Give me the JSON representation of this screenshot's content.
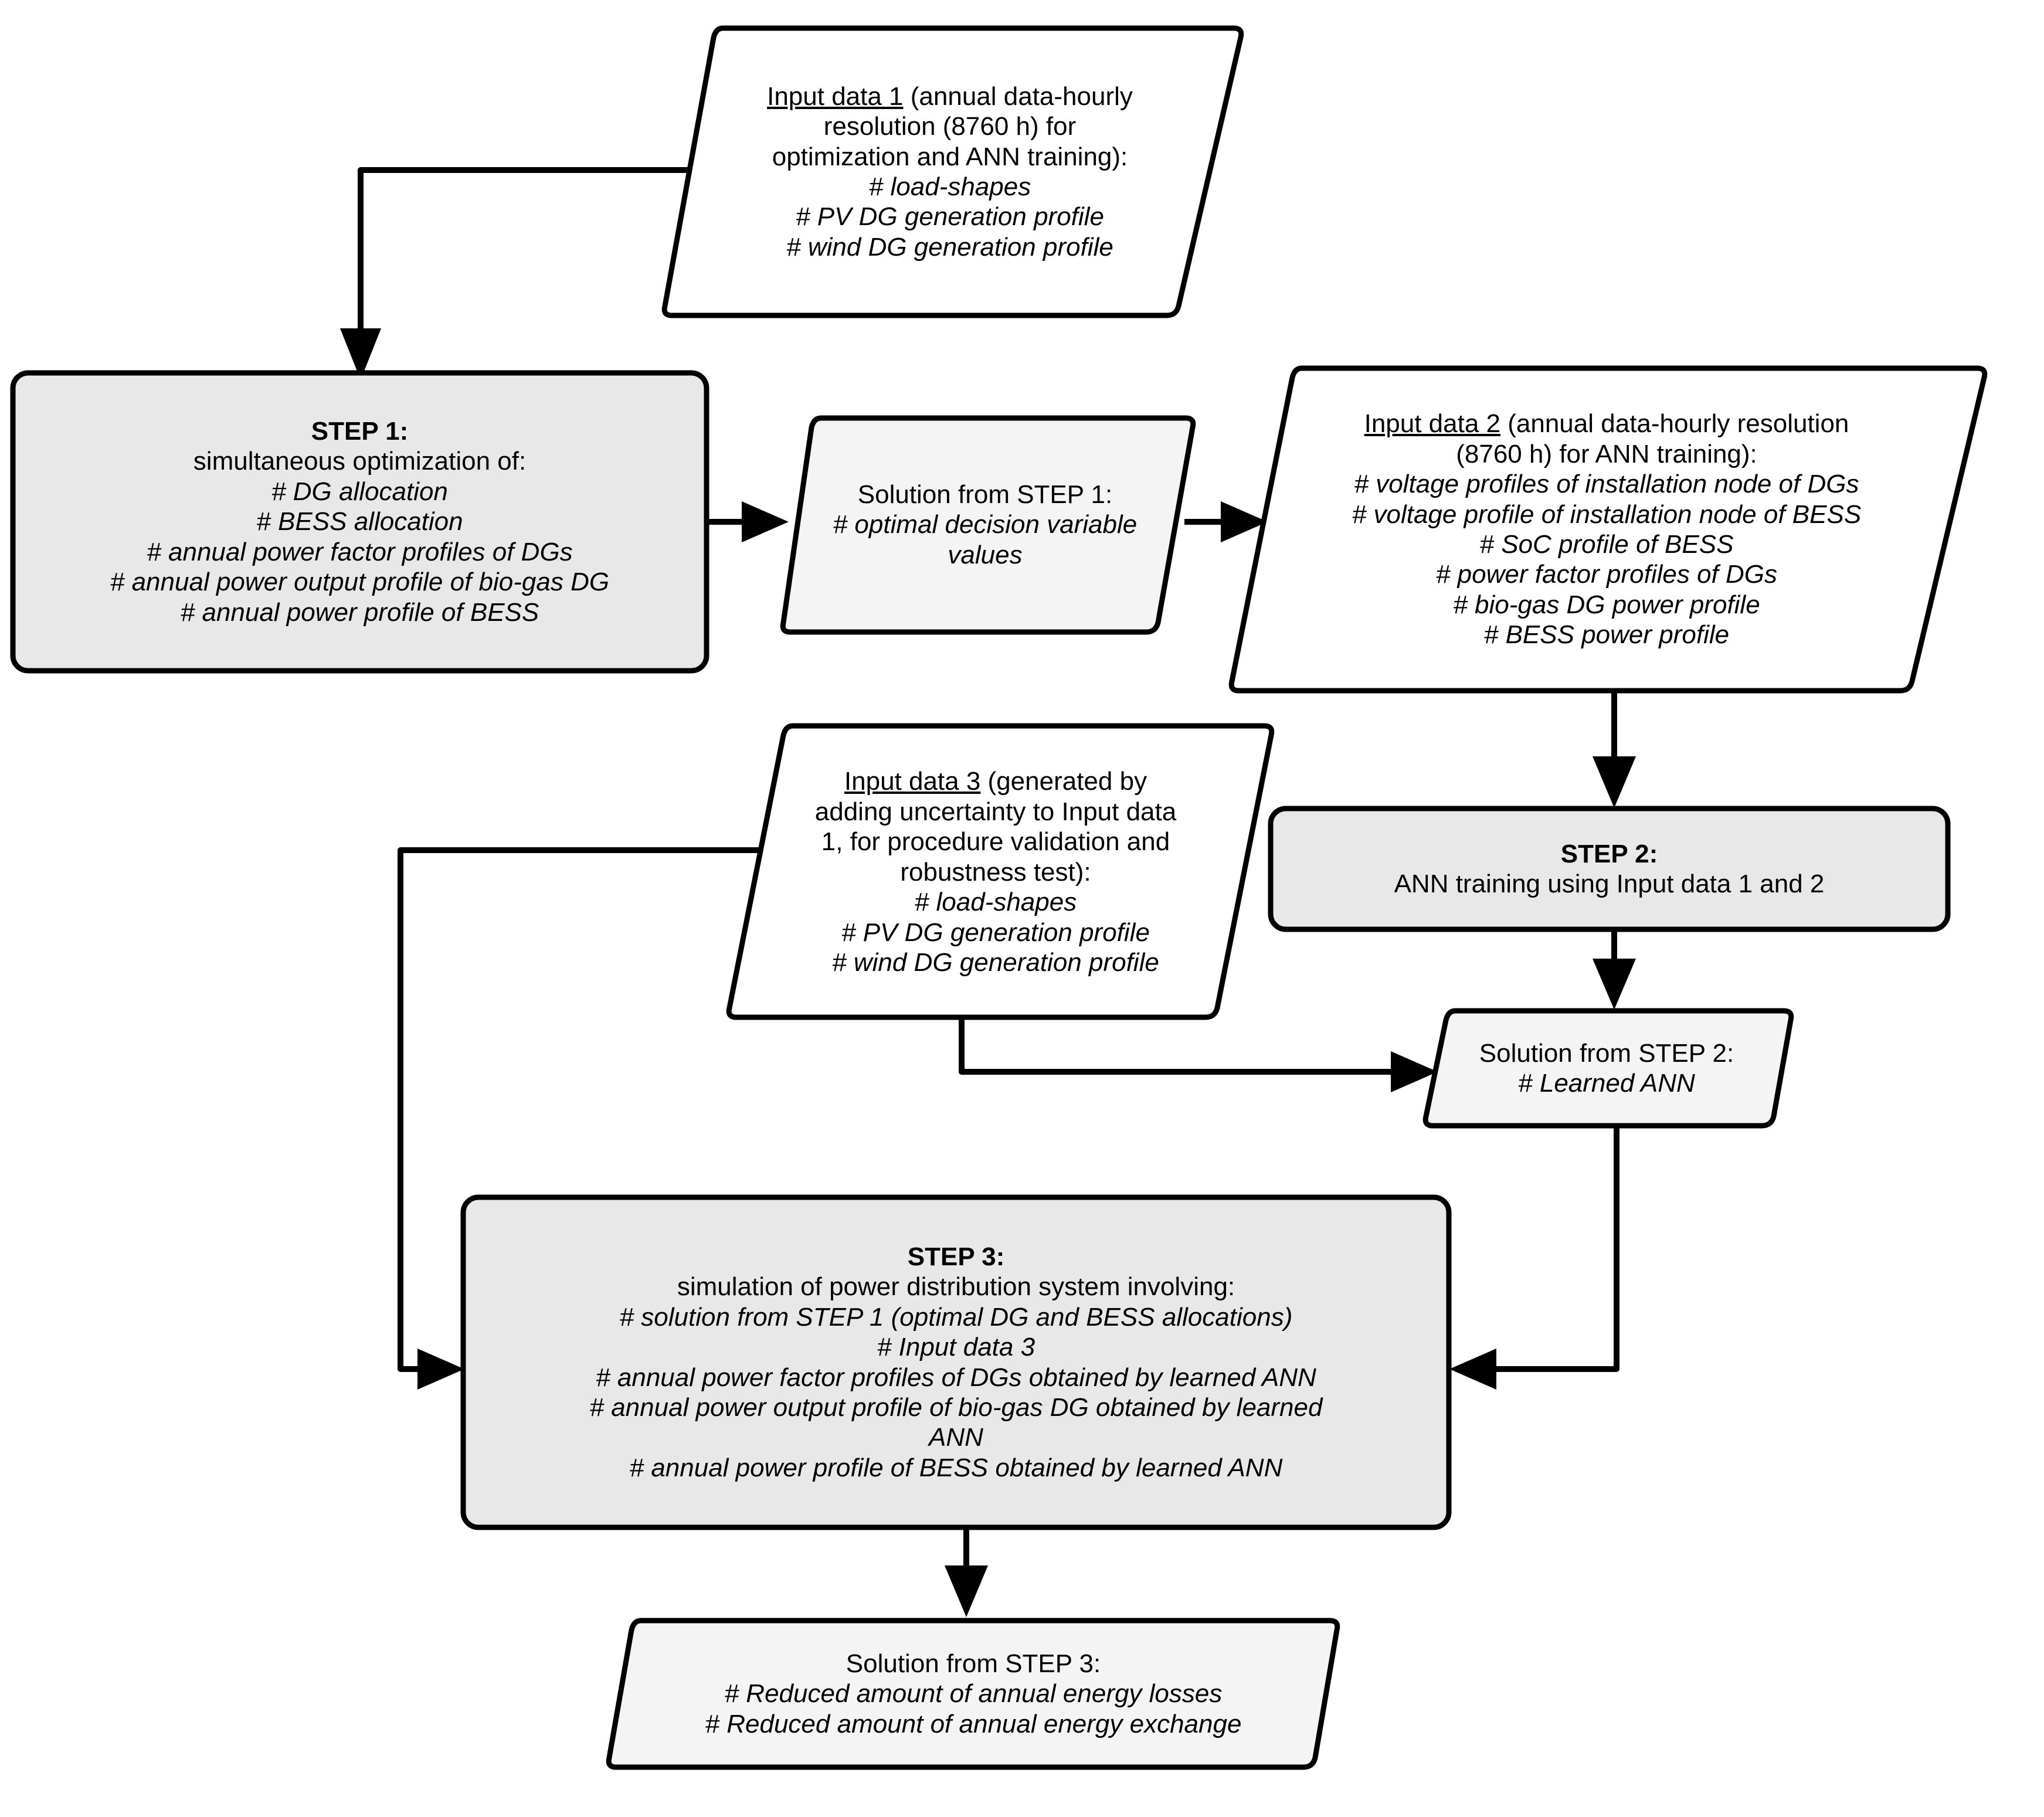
{
  "diagram": {
    "title": "Three-step optimization and ANN training procedure flowchart",
    "colors": {
      "process_fill": "#e8e8e8",
      "data_fill": "#f4f4f4",
      "input_fill": "#ffffff",
      "stroke": "#000000"
    }
  },
  "nodes": {
    "input_data_1": {
      "kind": "input-parallelogram",
      "head_underlined": "Input data 1",
      "head_rest": " (annual data-hourly",
      "lines": [
        "resolution (8760 h) for",
        "optimization and ANN training):"
      ],
      "items": [
        "# load-shapes",
        "# PV DG generation profile",
        "# wind DG generation profile"
      ]
    },
    "step_1": {
      "kind": "process-box",
      "title": "STEP 1:",
      "subtitle": "simultaneous optimization of:",
      "items": [
        "# DG allocation",
        "# BESS allocation",
        "# annual power factor profiles of DGs",
        "# annual power output profile of bio-gas DG",
        "# annual power profile of BESS"
      ]
    },
    "solution_step_1": {
      "kind": "data-parallelogram",
      "title": "Solution from STEP 1:",
      "items": [
        "# optimal decision variable",
        "values"
      ]
    },
    "input_data_2": {
      "kind": "input-parallelogram",
      "head_underlined": "Input data 2",
      "head_rest": " (annual data-hourly resolution",
      "lines": [
        "(8760 h) for ANN training):"
      ],
      "items": [
        "# voltage profiles of installation node of DGs",
        "# voltage profile of installation node of BESS",
        "# SoC profile of BESS",
        "# power factor profiles of DGs",
        "# bio-gas DG power profile",
        "# BESS power profile"
      ]
    },
    "input_data_3": {
      "kind": "input-parallelogram",
      "head_underlined": "Input data 3",
      "head_rest": " (generated by",
      "lines": [
        "adding uncertainty to Input data",
        "1, for procedure validation and",
        "robustness test):"
      ],
      "items": [
        "# load-shapes",
        "# PV DG generation profile",
        "# wind DG generation profile"
      ]
    },
    "step_2": {
      "kind": "process-box",
      "title": "STEP 2:",
      "subtitle": "ANN training using Input data 1 and 2",
      "items": []
    },
    "solution_step_2": {
      "kind": "data-parallelogram",
      "title": "Solution from STEP 2:",
      "items": [
        "# Learned ANN"
      ]
    },
    "step_3": {
      "kind": "process-box",
      "title": "STEP 3:",
      "subtitle": "simulation of power distribution system involving:",
      "items": [
        "# solution from STEP 1 (optimal DG and BESS allocations)",
        "# Input data 3",
        "# annual power factor profiles of DGs obtained by learned ANN",
        "# annual power output profile of bio-gas DG obtained by learned",
        "ANN",
        "# annual power profile of BESS obtained by learned ANN"
      ]
    },
    "solution_step_3": {
      "kind": "data-parallelogram",
      "title": "Solution from STEP 3:",
      "items": [
        "# Reduced amount of annual energy losses",
        "# Reduced amount of annual energy exchange"
      ]
    }
  },
  "connectors": [
    {
      "name": "input-data-1-to-step-1",
      "from": "input_data_1",
      "to": "step_1",
      "style": "elbow-left-down"
    },
    {
      "name": "step-1-to-solution-step-1",
      "from": "step_1",
      "to": "solution_step_1",
      "style": "straight-right"
    },
    {
      "name": "solution-step-1-to-input-data-2",
      "from": "solution_step_1",
      "to": "input_data_2",
      "style": "straight-right"
    },
    {
      "name": "input-data-2-to-step-2",
      "from": "input_data_2",
      "to": "step_2",
      "style": "straight-down"
    },
    {
      "name": "step-2-to-solution-step-2",
      "from": "step_2",
      "to": "solution_step_2",
      "style": "straight-down"
    },
    {
      "name": "input-data-3-to-solution-step-2",
      "from": "input_data_3",
      "to": "solution_step_2",
      "style": "elbow-down-right"
    },
    {
      "name": "input-data-3-to-step-3",
      "from": "input_data_3",
      "to": "step_3",
      "style": "elbow-left-down-right"
    },
    {
      "name": "solution-step-2-to-step-3",
      "from": "solution_step_2",
      "to": "step_3",
      "style": "elbow-down-left"
    },
    {
      "name": "step-3-to-solution-step-3",
      "from": "step_3",
      "to": "solution_step_3",
      "style": "straight-down"
    }
  ]
}
